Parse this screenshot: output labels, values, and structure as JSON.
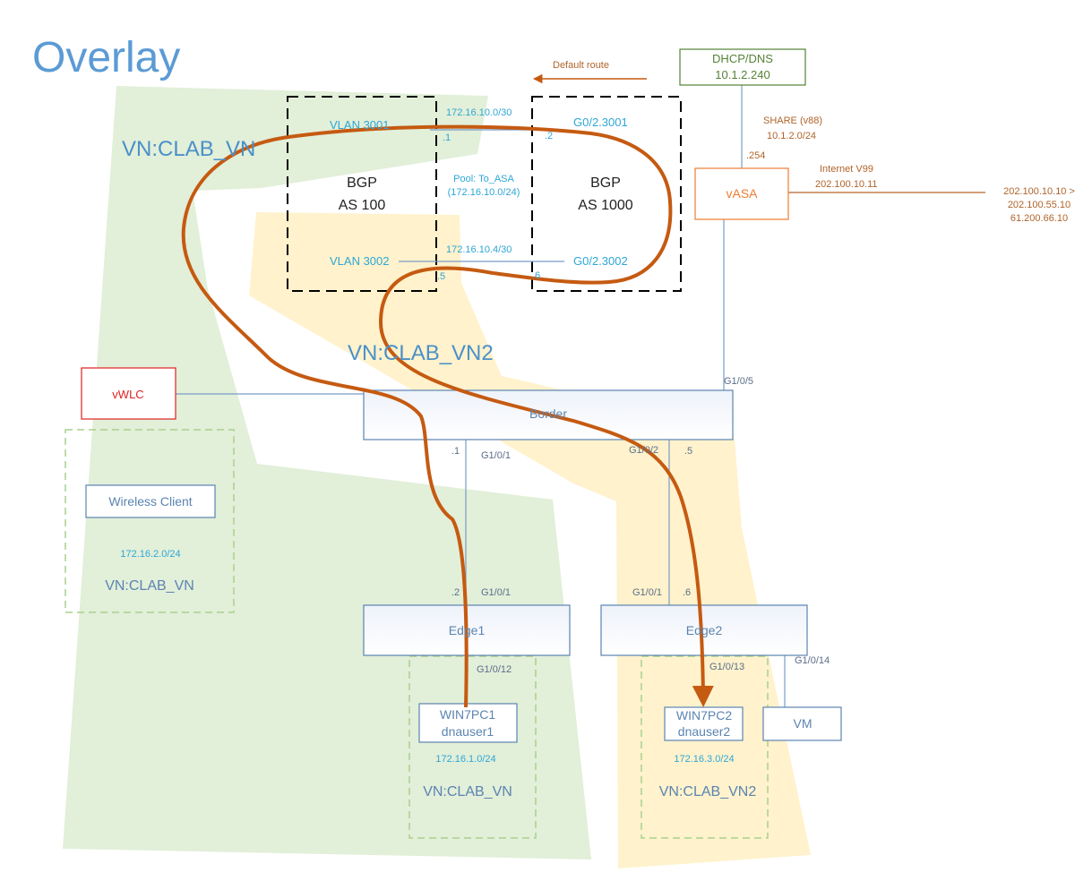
{
  "title": "Overlay",
  "vn_labels": {
    "green_top": "VN:CLAB_VN",
    "yellow_mid": "VN:CLAB_VN2",
    "wireless_subnet": "VN:CLAB_VN",
    "pc1_subnet": "VN:CLAB_VN",
    "pc2_subnet": "VN:CLAB_VN2"
  },
  "bgp_left": {
    "line1": "BGP",
    "line2": "AS 100",
    "vlan_top": "VLAN 3001",
    "vlan_bottom": "VLAN 3002"
  },
  "bgp_right": {
    "line1": "BGP",
    "line2": "AS 1000",
    "if_top": "G0/2.3001",
    "if_bottom": "G0/2.3002"
  },
  "links": {
    "top_subnet": "172.16.10.0/30",
    "top_left_ip": ".1",
    "top_right_ip": ".2",
    "bottom_subnet": "172.16.10.4/30",
    "bottom_left_ip": ".5",
    "bottom_right_ip": ".6",
    "pool_line1": "Pool: To_ASA",
    "pool_line2": "(172.16.10.0/24)"
  },
  "default_route": "Default route",
  "dhcp": {
    "line1": "DHCP/DNS",
    "line2": "10.1.2.240"
  },
  "share": {
    "line1": "SHARE (v88)",
    "line2": "10.1.2.0/24",
    "ip": ".254"
  },
  "vasa": "vASA",
  "internet": {
    "line1": "Internet V99",
    "line2": "202.100.10.11",
    "dest1": "202.100.10.10 >",
    "dest2": "202.100.55.10",
    "dest3": "61.200.66.10"
  },
  "border": {
    "label": "Border",
    "g105": "G1/0/5",
    "left_ip": ".1",
    "left_port": "G1/0/1",
    "right_port": "G1/0/2",
    "right_ip": ".5"
  },
  "vwlc": "vWLC",
  "wireless_client": "Wireless Client",
  "wireless_subnet": "172.16.2.0/24",
  "edge1": {
    "label": "Edge1",
    "ip": ".2",
    "up_port": "G1/0/1",
    "down_port": "G1/0/12"
  },
  "edge2": {
    "label": "Edge2",
    "up_port": "G1/0/1",
    "ip": ".6",
    "down_port": "G1/0/13",
    "vm_port": "G1/0/14"
  },
  "pc1": {
    "line1": "WIN7PC1",
    "line2": "dnauser1",
    "subnet": "172.16.1.0/24"
  },
  "pc2": {
    "line1": "WIN7PC2",
    "line2": "dnauser2",
    "subnet": "172.16.3.0/24"
  },
  "vm": "VM",
  "colors": {
    "green_region": "#e2efd9",
    "yellow_region": "#fff2cc",
    "title_blue": "#5b9bd5",
    "cyan_text": "#2ea6d6",
    "node_stroke": "#5b84b1",
    "path_orange": "#c55a11",
    "vasa_orange": "#ed7d31",
    "dhcp_green": "#548235",
    "vwlc_red": "#e02020",
    "brown_text": "#b0642a"
  }
}
